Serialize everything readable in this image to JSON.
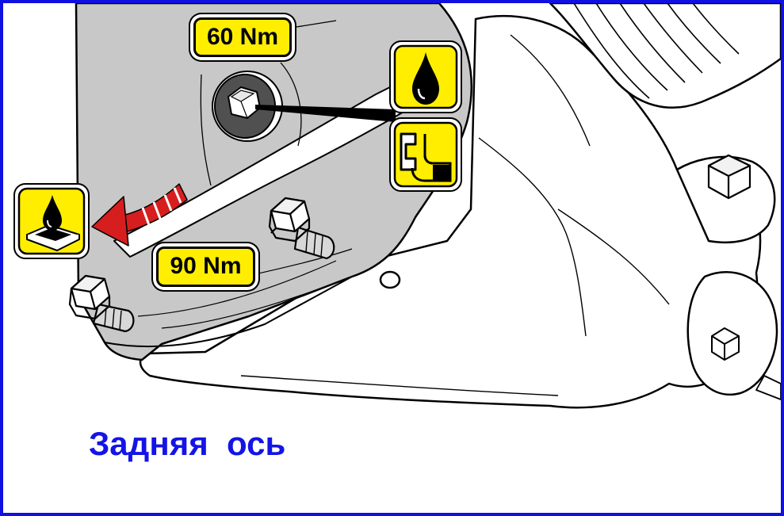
{
  "torque_labels": {
    "upper_bolt": "60 Nm",
    "lower_bolts": "90 Nm"
  },
  "caption": "Задняя  ось",
  "symbols": {
    "oil_drop": "oil-drop-icon",
    "oil_on_surface": "oil-on-surface-icon",
    "thread_sealant": "thread-sealant-icon",
    "direction_arrow": "curved-arrow-icon"
  },
  "colors": {
    "frame_border": "#1010e0",
    "caption_text": "#1414e6",
    "label_fill": "#ffee00",
    "arrow_red": "#d61e1e",
    "shaded_part": "#c8c8c8"
  }
}
